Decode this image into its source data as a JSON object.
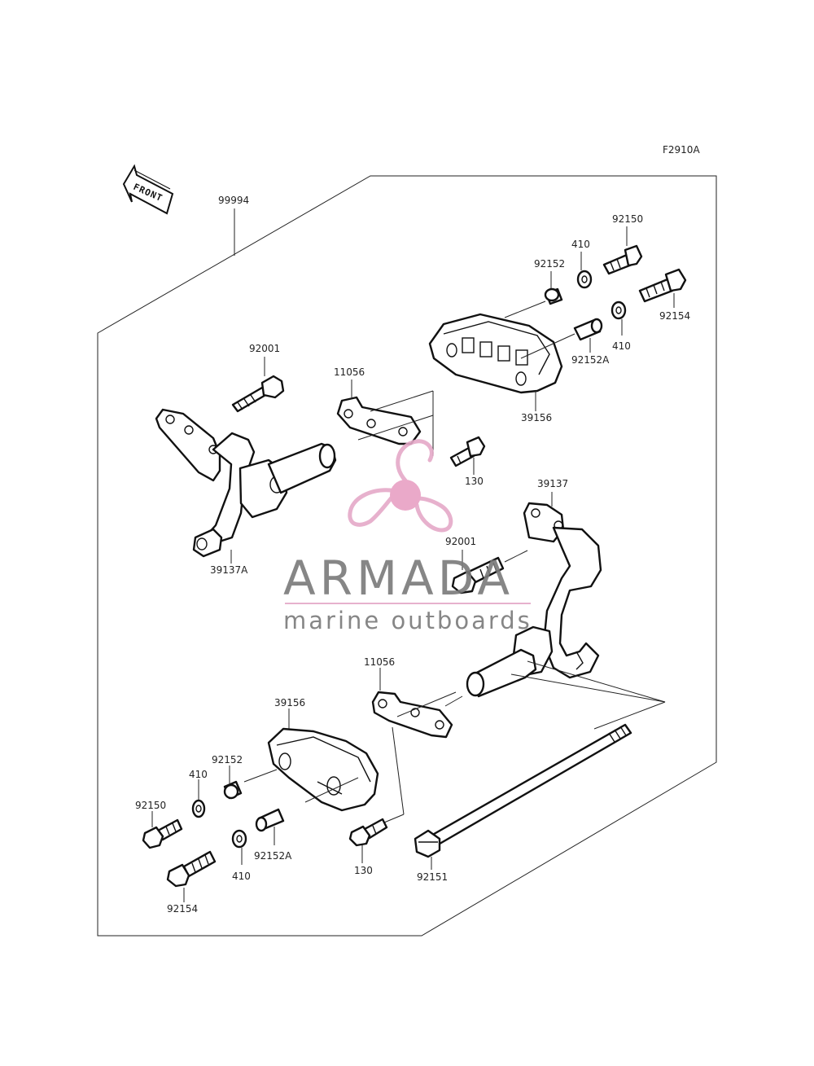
{
  "figure_code": "F2910A",
  "front_label": "FRONT",
  "assembly_number": "99994",
  "part_labels": {
    "p92150_top": "92150",
    "p410_top": "410",
    "p92152_top": "92152",
    "p92154_top": "92154",
    "p410_top2": "410",
    "p92152A_top": "92152A",
    "p92001_left": "92001",
    "p11056_top": "11056",
    "p39156_top": "39156",
    "p130_top": "130",
    "p39137A": "39137A",
    "p39137": "39137",
    "p92001_right": "92001",
    "p11056_bottom": "11056",
    "p39156_bottom": "39156",
    "p92152_bottom": "92152",
    "p410_bottom": "410",
    "p92150_bottom": "92150",
    "p410_bottom2": "410",
    "p92152A_bottom": "92152A",
    "p92154_bottom": "92154",
    "p130_bottom": "130",
    "p92151": "92151"
  },
  "watermark": {
    "brand": "ARMADA",
    "tagline": "marine outboards",
    "logo_color": "#e5a9c8",
    "logo_center_color": "#e8a0c4",
    "text_color": "#7a7a7a"
  }
}
